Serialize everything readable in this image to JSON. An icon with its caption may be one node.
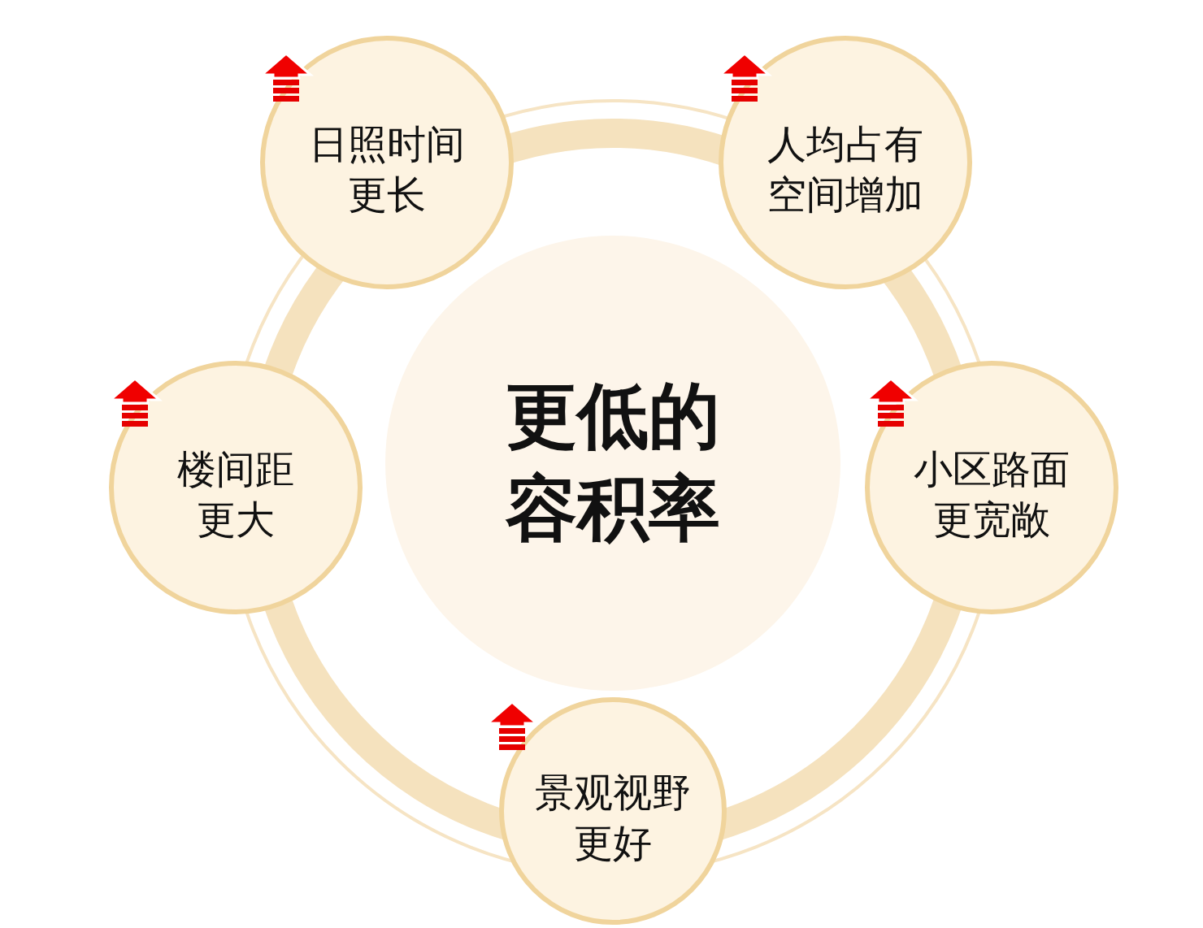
{
  "diagram": {
    "nodes": [
      {
        "text": [
          "更低的容积率"
        ]
      },
      {
        "text": [
          "日照时间更长"
        ]
      },
      {
        "text": [
          "人均占有空间增加"
        ]
      },
      {
        "text": [
          "楼间距更大"
        ]
      },
      {
        "text": [
          "小区路面更宽敞"
        ]
      },
      {
        "text": [
          "景观视野更好"
        ]
      }
    ]
  }
}
